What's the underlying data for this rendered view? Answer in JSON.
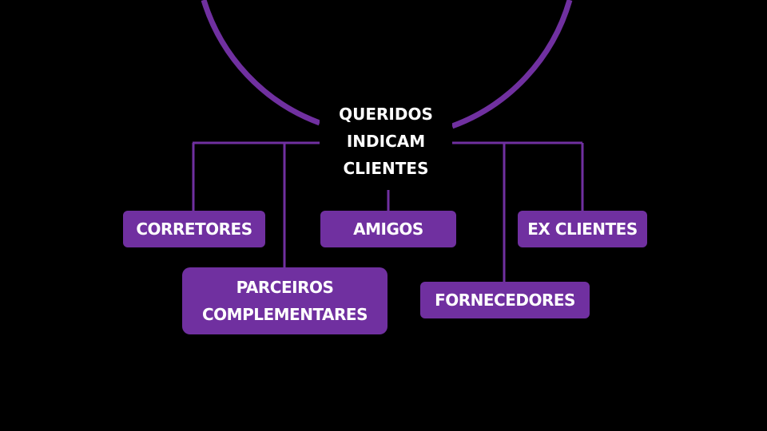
{
  "colors": {
    "background": "#000000",
    "accent": "#7030a0",
    "text": "#ffffff"
  },
  "center": {
    "lines": [
      "QUERIDOS",
      "INDICAM",
      "CLIENTES"
    ]
  },
  "nodes": {
    "corretores": {
      "label": "CORRETORES"
    },
    "amigos": {
      "label": "AMIGOS"
    },
    "ex_clientes": {
      "label": "EX CLIENTES"
    },
    "parceiros": {
      "lines": [
        "PARCEIROS",
        "COMPLEMENTARES"
      ]
    },
    "fornecedores": {
      "label": "FORNECEDORES"
    }
  }
}
